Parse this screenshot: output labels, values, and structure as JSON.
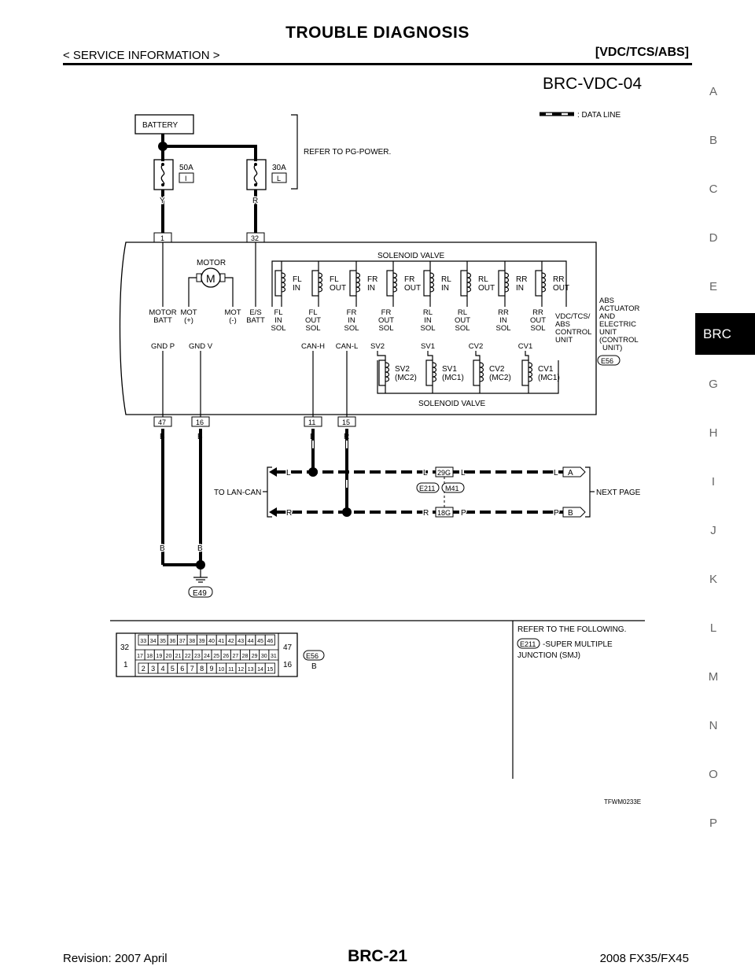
{
  "header": {
    "title": "TROUBLE DIAGNOSIS",
    "section": "< SERVICE INFORMATION >",
    "system": "[VDC/TCS/ABS]"
  },
  "side_index": {
    "letters": [
      "A",
      "B",
      "C",
      "D",
      "E",
      "BRC",
      "G",
      "H",
      "I",
      "J",
      "K",
      "L",
      "M",
      "N",
      "O",
      "P"
    ],
    "active": "BRC"
  },
  "diagram": {
    "id": "BRC-VDC-04",
    "legend": ": DATA LINE",
    "battery": "BATTERY",
    "refer_pg": "REFER TO PG-POWER.",
    "fuse1": {
      "rating": "50A",
      "id": "I",
      "wire": "Y",
      "pin": "1"
    },
    "fuse2": {
      "rating": "30A",
      "id": "L",
      "wire": "R",
      "pin": "32"
    },
    "motor": "MOTOR",
    "motor_symbol": "M",
    "solenoid_valve": "SOLENOID VALVE",
    "valves": [
      [
        "FL",
        "IN"
      ],
      [
        "FL",
        "OUT"
      ],
      [
        "FR",
        "IN"
      ],
      [
        "FR",
        "OUT"
      ],
      [
        "RL",
        "IN"
      ],
      [
        "RL",
        "OUT"
      ],
      [
        "RR",
        "IN"
      ],
      [
        "RR",
        "OUT"
      ]
    ],
    "terminals_top": [
      [
        "MOTOR",
        "BATT"
      ],
      [
        "MOT",
        "(+)"
      ],
      [
        "MOT",
        "(-)"
      ],
      [
        "E/S",
        "BATT"
      ],
      [
        "FL",
        "IN",
        "SOL"
      ],
      [
        "FL",
        "OUT",
        "SOL"
      ],
      [
        "FR",
        "IN",
        "SOL"
      ],
      [
        "FR",
        "OUT",
        "SOL"
      ],
      [
        "RL",
        "IN",
        "SOL"
      ],
      [
        "RL",
        "OUT",
        "SOL"
      ],
      [
        "RR",
        "IN",
        "SOL"
      ],
      [
        "RR",
        "OUT",
        "SOL"
      ]
    ],
    "terminals_bottom": [
      "GND P",
      "GND V",
      "CAN-H",
      "CAN-L",
      "SV2",
      "SV1",
      "CV2",
      "CV1"
    ],
    "lower_valves": [
      [
        "SV2",
        "(MC2)"
      ],
      [
        "SV1",
        "(MC1)"
      ],
      [
        "CV2",
        "(MC2)"
      ],
      [
        "CV1",
        "(MC1)"
      ]
    ],
    "unit_label": [
      "VDC/TCS/",
      "ABS",
      "CONTROL",
      "UNIT"
    ],
    "actuator_label": [
      "ABS",
      "ACTUATOR",
      "AND",
      "ELECTRIC",
      "UNIT",
      "(CONTROL",
      "UNIT)"
    ],
    "unit_connector": "E56",
    "pins_bottom": [
      {
        "pin": "47",
        "wire": "B"
      },
      {
        "pin": "16",
        "wire": "B"
      },
      {
        "pin": "11",
        "wire": "L"
      },
      {
        "pin": "15",
        "wire": "R"
      }
    ],
    "to_lan_can": "TO LAN-CAN",
    "next_page": "NEXT PAGE",
    "can_lines": {
      "l_left": "L",
      "l_mid": "L",
      "l_conn": "29G",
      "l_after": "L",
      "l_right": "L",
      "l_arrow": "A",
      "r_left": "R",
      "r_mid": "R",
      "r_conn": "18G",
      "r_after": "P",
      "r_right": "P",
      "r_arrow": "B"
    },
    "joint_connectors": [
      "E211",
      "M41"
    ],
    "ground_wires": [
      "B",
      "B"
    ],
    "ground": "E49",
    "connector_face": {
      "top_row": [
        "33",
        "34",
        "35",
        "36",
        "37",
        "38",
        "39",
        "40",
        "41",
        "42",
        "43",
        "44",
        "45",
        "46"
      ],
      "mid_row": [
        "17",
        "18",
        "19",
        "20",
        "21",
        "22",
        "23",
        "24",
        "25",
        "26",
        "27",
        "28",
        "29",
        "30",
        "31"
      ],
      "bot_row": [
        "2",
        "3",
        "4",
        "5",
        "6",
        "7",
        "8",
        "9",
        "10",
        "11",
        "12",
        "13",
        "14",
        "15"
      ],
      "left_top": "32",
      "left_bot": "1",
      "right_top": "47",
      "right_bot": "16",
      "id": "E56",
      "color": "B"
    },
    "refer_following": "REFER TO THE FOLLOWING.",
    "smj_connector": "E211",
    "smj_text1": "-SUPER MULTIPLE",
    "smj_text2": "JUNCTION (SMJ)",
    "figure_code": "TFWM0233E"
  },
  "footer": {
    "revision": "Revision: 2007 April",
    "page": "BRC-21",
    "model": "2008 FX35/FX45"
  }
}
